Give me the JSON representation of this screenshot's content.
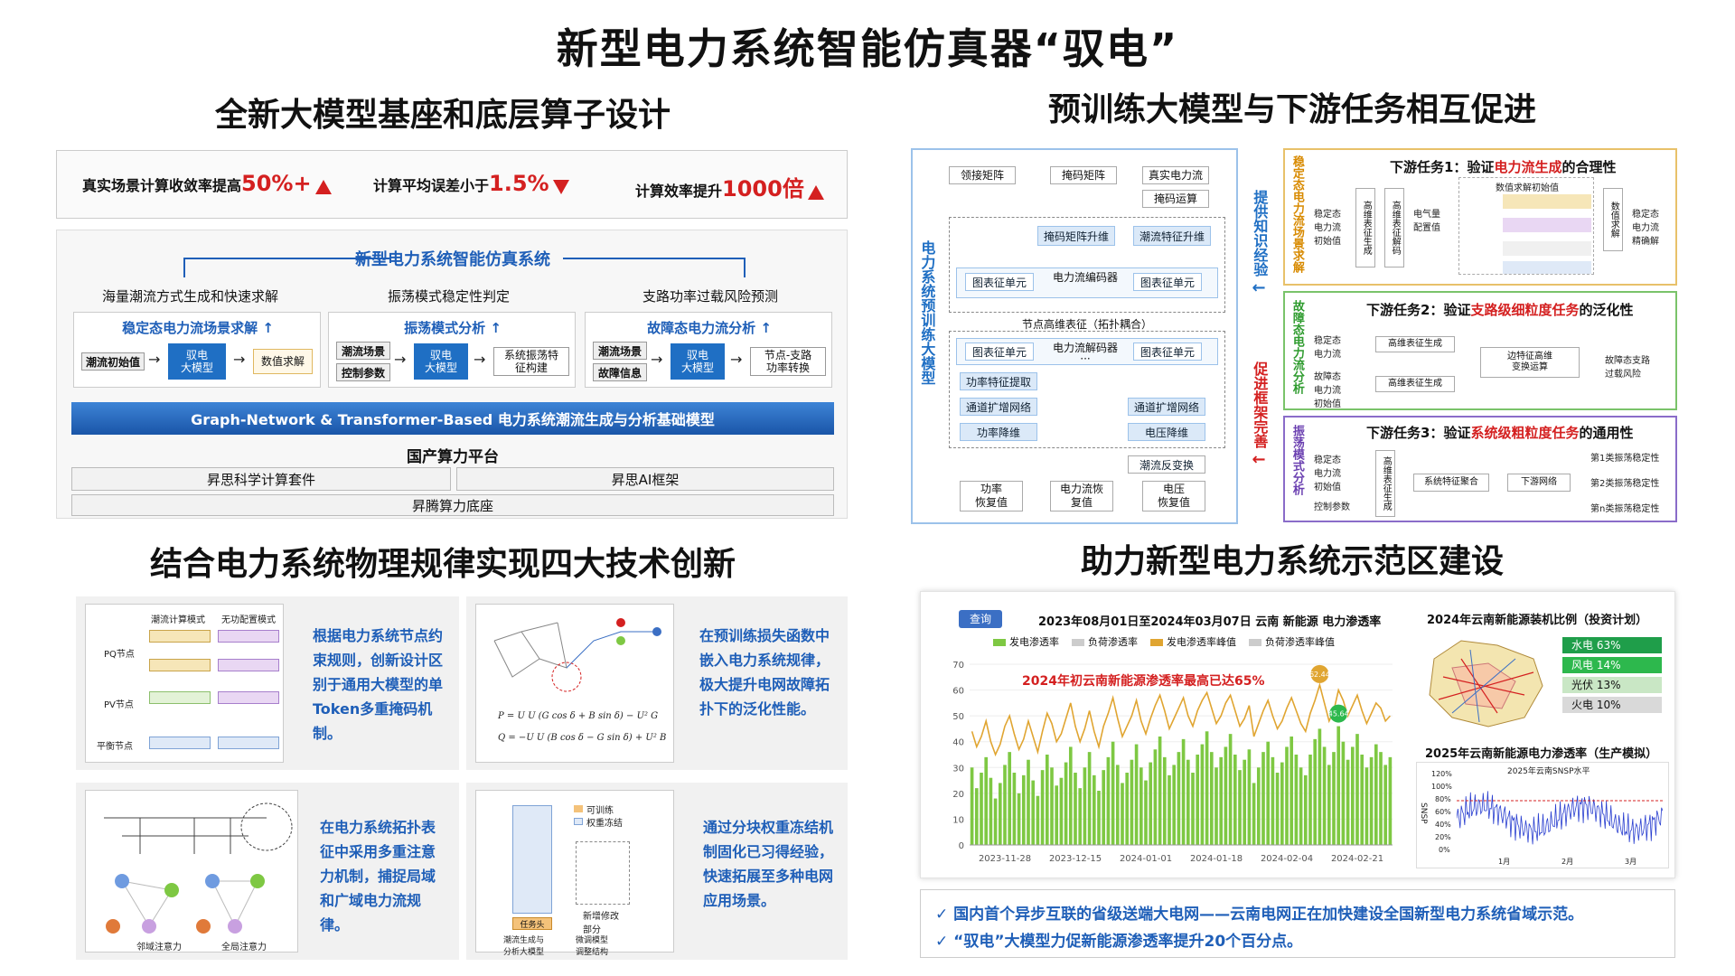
{
  "title": "新型电力系统智能仿真器“驭电”",
  "sections": {
    "top_left": "全新大模型基座和底层算子设计",
    "top_right": "预训练大模型与下游任务相互促进",
    "bottom_left": "结合电力系统物理规律实现四大技术创新",
    "bottom_right": "助力新型电力系统示范区建设"
  },
  "metrics": [
    {
      "prefix": "真实场景计算收敛率提高",
      "value": "50%+",
      "dir": "up"
    },
    {
      "prefix": "计算平均误差小于",
      "value": "1.5%",
      "dir": "down"
    },
    {
      "prefix": "计算效率提升",
      "value": "1000倍",
      "dir": "up"
    }
  ],
  "sim": {
    "system_title": "新型电力系统智能仿真系统",
    "cols": [
      {
        "top": "海量潮流方式生成和快速求解",
        "head": "稳定态电力流场景求解 ↑",
        "in1": "潮流初始值",
        "in2": "",
        "model": "驭电\n大模型",
        "out": "数值求解"
      },
      {
        "top": "振荡模式稳定性判定",
        "head": "振荡模式分析 ↑",
        "in1": "潮流场景",
        "in2": "控制参数",
        "model": "驭电\n大模型",
        "out": "系统振荡特\n征构建"
      },
      {
        "top": "支路功率过载风险预测",
        "head": "故障态电力流分析 ↑",
        "in1": "潮流场景",
        "in2": "故障信息",
        "model": "驭电\n大模型",
        "out": "节点-支路\n功率转换"
      }
    ],
    "banner": "Graph-Network & Transformer-Based 电力系统潮流生成与分析基础模型",
    "platform": "国产算力平台",
    "bar1": "昇思科学计算套件",
    "bar2": "昇思AI框架",
    "bar3": "昇腾算力底座"
  },
  "pretrain": {
    "side_label": "电力系统预训练大模型",
    "top_boxes": [
      "领接矩阵",
      "掩码矩阵",
      "真实电力流",
      "掩码运算"
    ],
    "upgrade": "掩码矩阵升维",
    "flow_up": "潮流特征升维",
    "unit_left": "图表征单元",
    "encoder": "电力流编码器",
    "unit_right": "图表征单元",
    "node_label": "节点高维表征（拓扑耦合）",
    "decoder": "电力流解码器",
    "dots": "···",
    "left_chain": [
      "功率特征提取",
      "通道扩增网络",
      "功率降维"
    ],
    "right_chain": [
      "通道扩增网络",
      "电压降维",
      "潮流反变换"
    ],
    "outputs": [
      "功率\n恢复值",
      "电力流恢\n复值",
      "电压\n恢复值"
    ],
    "provide": "提供知识经验",
    "promote": "促进框架完善"
  },
  "tasks": [
    {
      "side": "稳定态电力流场景求解",
      "pre": "下游任务1：验证",
      "hl": "电力流生成",
      "post": "的合理性"
    },
    {
      "side": "故障态电力流分析",
      "pre": "下游任务2：验证",
      "hl": "支路级细粒度任务",
      "post": "的泛化性"
    },
    {
      "side": "振荡模式分析",
      "pre": "下游任务3：验证",
      "hl": "系统级粗粒度任务",
      "post": "的通用性"
    }
  ],
  "task_detail": {
    "t1": {
      "in": "稳定态\n电力流\n初始值",
      "enc": "高维表征生成",
      "dec": "高维表征解码",
      "mid": "电气量\n配置值",
      "table": "数值求解初始值",
      "out": "稳定态\n电力流\n精确解",
      "num": "数值求解"
    },
    "t2": {
      "in1": "稳定态\n电力流",
      "in2": "故障态\n电力流\n初始值",
      "b1": "高维表征生成",
      "b2": "高维表征生成",
      "mid": "边特征高维\n变换运算",
      "out": "故障态支路\n过载风险"
    },
    "t3": {
      "in1": "稳定态\n电力流\n初始值",
      "in2": "控制参数",
      "b": "高维表征生成",
      "agg": "系统特征聚合",
      "net": "下游网络",
      "outs": [
        "第1类振荡稳定性",
        "第2类振荡稳定性",
        "第n类振荡稳定性"
      ]
    }
  },
  "innovations": [
    {
      "text": "根据电力系统节点约束规则，创新设计区别于通用大模型的单Token多重掩码机制。",
      "fig_a": "潮流计算模式",
      "fig_b": "无功配置模式",
      "rows": [
        "PQ节点",
        "PV节点",
        "平衡节点"
      ]
    },
    {
      "text": "在预训练损失函数中嵌入电力系统规律，极大提升电网故障拓扑下的泛化性能。"
    },
    {
      "text": "在电力系统拓扑表征中采用多重注意力机制，捕捉局域和广域电力流规律。",
      "cap1": "邻域注意力",
      "cap2": "全局注意力"
    },
    {
      "text": "通过分块权重冻结机制固化已习得经验，快速拓展至多种电网应用场景。",
      "leg1": "可训练",
      "leg2": "权重冻结",
      "head": "任务头",
      "cap1": "潮流生成与\n分析大模型",
      "cap2": "微调模型\n调整结构",
      "mid": "新增修改\n部分"
    }
  ],
  "demo": {
    "query_btn": "查询",
    "chart_title": "2023年08月01日至2024年03月07日 云南 新能源 电力渗透率",
    "annotation": "2024年初云南新能源渗透率最高已达65%",
    "pin_high": "62.44",
    "pin_low": "45.64",
    "pie_title": "2024年云南新能源装机比例（投资计划）",
    "shares": [
      {
        "label": "水电 63%",
        "color": "#1f9e4a"
      },
      {
        "label": "风电 14%",
        "color": "#2db84d"
      },
      {
        "label": "光伏 13%",
        "color": "#c9e7c5"
      },
      {
        "label": "火电 10%",
        "color": "#d9d9d9"
      }
    ],
    "snsp_title": "2025年云南新能源电力渗透率（生产模拟）",
    "snsp_inner": "2025年云南SNSP水平",
    "snsp_ylabel": "SNSP",
    "snsp_yticks": [
      "120%",
      "100%",
      "80%",
      "60%",
      "40%",
      "20%",
      "0%"
    ],
    "snsp_xticks": [
      "1月",
      "2月",
      "3月"
    ],
    "bullet1": "国内首个异步互联的省级送端大电网——云南电网正在加快建设全国新型电力系统省域示范。",
    "bullet2": "“驭电”大模型力促新能源渗透率提升20个百分点。"
  },
  "chart_data": {
    "type": "bar",
    "title": "2023年08月01日至2024年03月07日 云南 新能源 电力渗透率",
    "legend": [
      "发电渗透率",
      "负荷渗透率",
      "发电渗透率峰值",
      "负荷渗透率峰值"
    ],
    "legend_placement": "top",
    "ylim": [
      0,
      70
    ],
    "yticks": [
      0,
      10,
      20,
      30,
      40,
      50,
      60,
      70
    ],
    "xticks": [
      "2023-11-28",
      "2023-12-15",
      "2024-01-01",
      "2024-01-18",
      "2024-02-04",
      "2024-02-21"
    ],
    "series": [
      {
        "name": "发电渗透率",
        "color": "#7ec843",
        "values": [
          30,
          22,
          28,
          34,
          26,
          18,
          24,
          31,
          36,
          28,
          20,
          27,
          33,
          25,
          19,
          29,
          35,
          30,
          23,
          26,
          32,
          38,
          28,
          22,
          30,
          36,
          27,
          21,
          29,
          34,
          40,
          31,
          24,
          28,
          33,
          39,
          30,
          25,
          32,
          37,
          42,
          34,
          27,
          31,
          36,
          41,
          33,
          28,
          35,
          39,
          44,
          36,
          30,
          34,
          38,
          43,
          35,
          29,
          33,
          37,
          24,
          30,
          36,
          40,
          34,
          28,
          32,
          38,
          42,
          35,
          30,
          27,
          35,
          41,
          45,
          38,
          31,
          36,
          46,
          40,
          33,
          38,
          43,
          35,
          30,
          34,
          39,
          36,
          31,
          34
        ]
      },
      {
        "name": "发电渗透率峰值",
        "color": "#e0a531",
        "values": [
          44,
          38,
          42,
          48,
          40,
          35,
          39,
          46,
          50,
          43,
          37,
          41,
          48,
          42,
          36,
          44,
          51,
          47,
          40,
          43,
          49,
          55,
          46,
          40,
          45,
          52,
          44,
          38,
          46,
          51,
          57,
          49,
          42,
          46,
          50,
          56,
          48,
          43,
          49,
          54,
          58,
          52,
          45,
          49,
          53,
          57,
          50,
          46,
          52,
          56,
          59,
          53,
          47,
          50,
          55,
          58,
          52,
          46,
          49,
          54,
          42,
          47,
          52,
          56,
          50,
          45,
          48,
          53,
          57,
          52,
          47,
          44,
          51,
          56,
          62,
          55,
          48,
          52,
          60,
          56,
          50,
          54,
          58,
          52,
          47,
          51,
          55,
          53,
          48,
          50
        ]
      }
    ]
  }
}
